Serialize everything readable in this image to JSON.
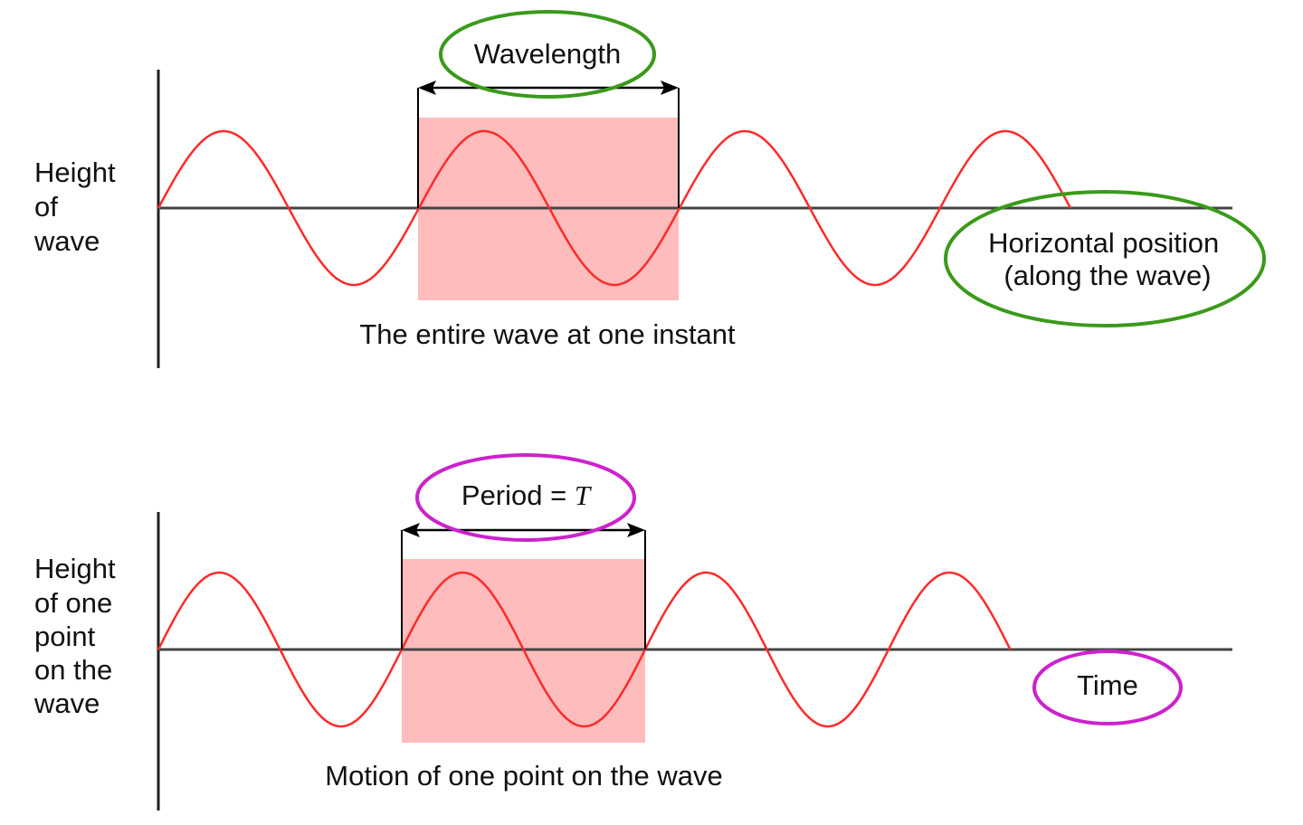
{
  "colors": {
    "wave": "#ff2a2a",
    "highlight": "#ffbcbc",
    "axis": "#444444",
    "text": "#111111",
    "bracket": "#000000",
    "green_ring": "#3a9a1a",
    "purple_ring": "#cc22cc"
  },
  "top_panel": {
    "y_label": [
      "Height",
      "of",
      "wave"
    ],
    "wavelength_label": "Wavelength",
    "x_axis_label": [
      "Horizontal position",
      "(along the wave)"
    ],
    "caption": "The entire wave at one instant"
  },
  "bottom_panel": {
    "y_label": [
      "Height",
      "of one",
      "point",
      "on the",
      "wave"
    ],
    "period_label_prefix": "Period = ",
    "period_symbol": "T",
    "x_axis_label": "Time",
    "caption": "Motion of one point on the wave"
  }
}
